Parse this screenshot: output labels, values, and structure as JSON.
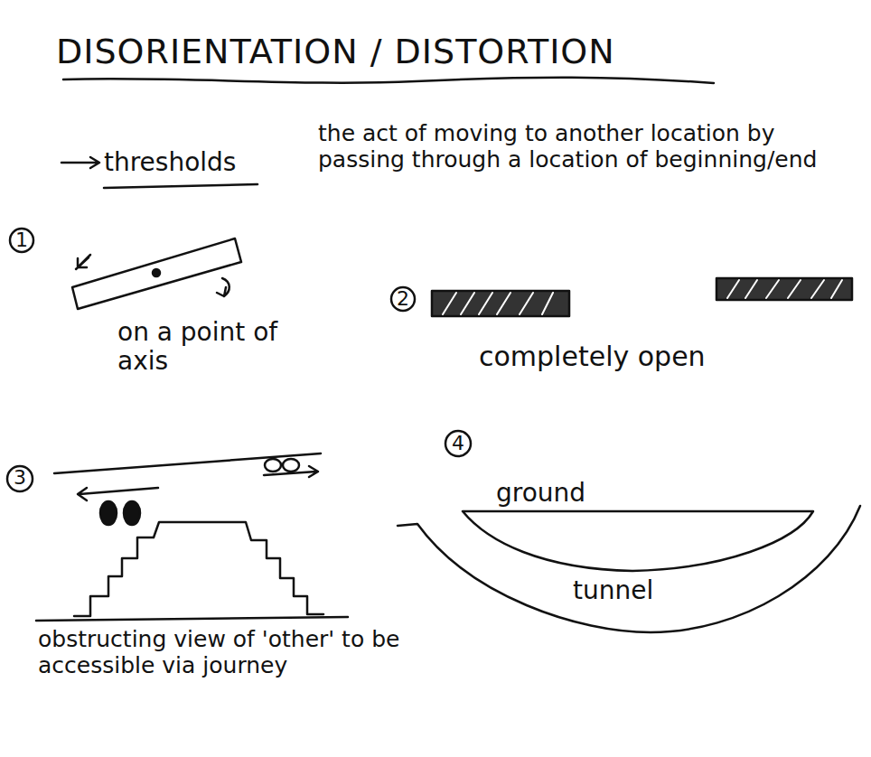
{
  "diagram": {
    "title": "DISORIENTATION / DISTORTION",
    "labels": [
      "thresholds",
      "the act of moving to another location by passing through a location of beginning/end",
      "1",
      "on a point of axis",
      "2",
      "completely open",
      "3",
      "obstructing view of 'other' to be accessible via journey",
      "4",
      "ground",
      "tunnel"
    ]
  }
}
